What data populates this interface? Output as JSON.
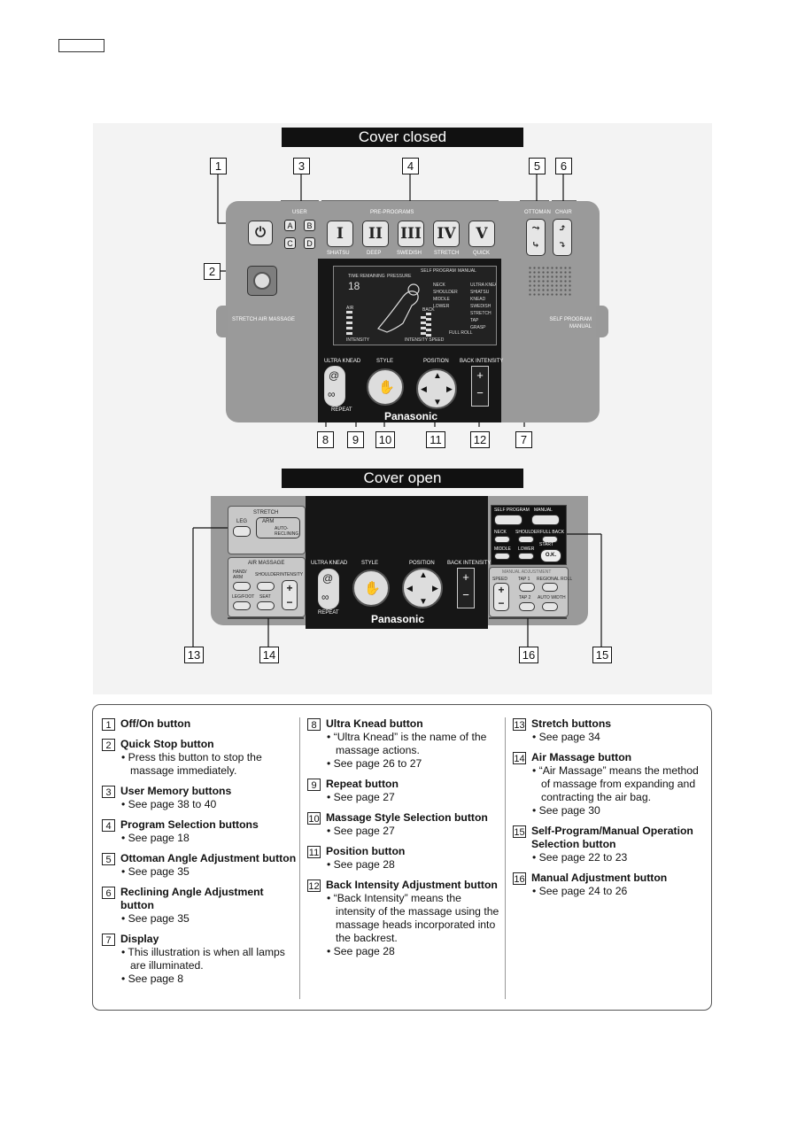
{
  "banners": {
    "closed": "Cover closed",
    "open": "Cover open"
  },
  "callouts_top": [
    "1",
    "3",
    "4",
    "5",
    "6"
  ],
  "callouts_left": [
    "2"
  ],
  "callouts_bottom": [
    "8",
    "9",
    "10",
    "11",
    "12",
    "7"
  ],
  "callouts_open": [
    "13",
    "14",
    "16",
    "15"
  ],
  "panel_closed": {
    "user_label": "USER",
    "pre_programs_label": "PRE-PROGRAMS",
    "ottoman_label": "OTTOMAN",
    "chair_label": "CHAIR",
    "memory_buttons": [
      "A",
      "B",
      "C",
      "D"
    ],
    "programs": [
      {
        "numeral": "I",
        "label": "SHIATSU"
      },
      {
        "numeral": "II",
        "label": "DEEP"
      },
      {
        "numeral": "III",
        "label": "SWEDISH"
      },
      {
        "numeral": "IV",
        "label": "STRETCH"
      },
      {
        "numeral": "V",
        "label": "QUICK"
      }
    ],
    "left_side_label": "STRETCH AIR MASSAGE",
    "right_side_label": "SELF PROGRAM MANUAL",
    "ultra_knead": "ULTRA KNEAD",
    "style": "STYLE",
    "position": "POSITION",
    "back_intensity": "BACK INTENSITY",
    "repeat": "REPEAT",
    "brand": "Panasonic"
  },
  "panel_open": {
    "stretch_label": "STRETCH",
    "leg": "LEG",
    "arm": "ARM",
    "auto_reclining": "AUTO-RECLINING",
    "air_massage": "AIR MASSAGE",
    "hand_arm": "HAND/ ARM",
    "shoulder": "SHOULDER",
    "intensity": "INTENSITY",
    "leg_foot": "LEG/FOOT",
    "seat": "SEAT",
    "ultra_knead": "ULTRA KNEAD",
    "style": "STYLE",
    "position": "POSITION",
    "back_intensity": "BACK INTENSITY",
    "repeat": "REPEAT",
    "brand": "Panasonic",
    "self_program": "SELF PROGRAM",
    "manual": "MANUAL",
    "neck": "NECK",
    "shoulder2": "SHOULDER",
    "full_back": "FULL BACK",
    "middle": "MIDDLE",
    "lower": "LOWER",
    "start": "START",
    "ok": "O.K.",
    "manual_adjustment": "MANUAL ADJUSTMENT",
    "speed": "SPEED",
    "tap1": "TAP 1",
    "tap2": "TAP 2",
    "regional_roll": "REGIONAL ROLL",
    "auto_width": "AUTO WIDTH"
  },
  "legend": {
    "col1": [
      {
        "num": "1",
        "title": "Off/On button",
        "lines": []
      },
      {
        "num": "2",
        "title": "Quick Stop button",
        "lines": [
          "• Press this button to stop the",
          "massage immediately."
        ]
      },
      {
        "num": "3",
        "title": "User Memory buttons",
        "lines": [
          "• See page 38 to 40"
        ]
      },
      {
        "num": "4",
        "title": "Program Selection buttons",
        "lines": [
          "• See page 18"
        ]
      },
      {
        "num": "5",
        "title": "Ottoman Angle Adjustment button",
        "lines": [
          "• See page 35"
        ]
      },
      {
        "num": "6",
        "title": "Reclining Angle Adjustment button",
        "lines": [
          "• See page 35"
        ]
      },
      {
        "num": "7",
        "title": "Display",
        "lines": [
          "• This illustration is when all lamps",
          "are illuminated.",
          "• See page 8"
        ]
      }
    ],
    "col2": [
      {
        "num": "8",
        "title": "Ultra Knead button",
        "lines": [
          "• “Ultra Knead” is the name of the",
          "massage actions.",
          "• See page 26 to 27"
        ]
      },
      {
        "num": "9",
        "title": "Repeat button",
        "lines": [
          "• See page 27"
        ]
      },
      {
        "num": "10",
        "title": "Massage Style Selection button",
        "lines": [
          "• See page 27"
        ]
      },
      {
        "num": "11",
        "title": "Position button",
        "lines": [
          "• See page 28"
        ]
      },
      {
        "num": "12",
        "title": "Back Intensity Adjustment button",
        "lines": [
          "• “Back Intensity” means the",
          "intensity of the massage using the",
          "massage heads incorporated into",
          "the backrest.",
          "• See page 28"
        ]
      }
    ],
    "col3": [
      {
        "num": "13",
        "title": "Stretch buttons",
        "lines": [
          "• See page 34"
        ]
      },
      {
        "num": "14",
        "title": "Air Massage button",
        "lines": [
          "• “Air Massage” means the method",
          "of massage from expanding and",
          "contracting the air bag.",
          "• See page 30"
        ]
      },
      {
        "num": "15",
        "title": "Self-Program/Manual Operation Selection button",
        "lines": [
          "• See page 22 to 23"
        ]
      },
      {
        "num": "16",
        "title": "Manual Adjustment button",
        "lines": [
          "• See page 24 to 26"
        ]
      }
    ]
  }
}
